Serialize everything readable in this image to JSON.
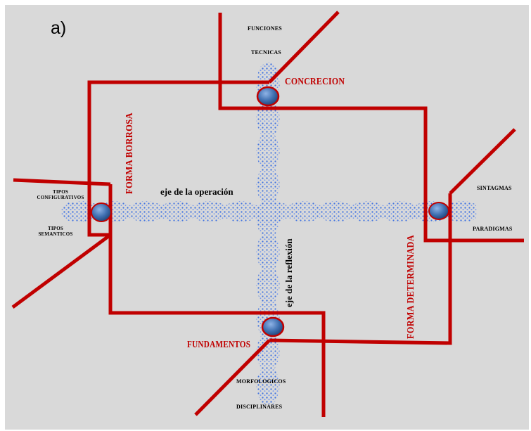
{
  "panel_label": "a)",
  "nodes": {
    "top": "CONCRECION",
    "bottom": "FUNDAMENTOS"
  },
  "top_terms": [
    "FUNCIONES",
    "TECNICAS"
  ],
  "bottom_terms": [
    "MORFOLOGICOS",
    "DISCIPLINARES"
  ],
  "left_terms": [
    "TIPOS CONFIGURATIVOS",
    "TIPOS SEMANTICOS"
  ],
  "right_terms": [
    "SINTAGMAS",
    "PARADIGMAS"
  ],
  "axes": {
    "horizontal": "eje de la operación",
    "vertical": "eje de la reflexión"
  },
  "forms": {
    "left": "FORMA BORROSA",
    "right": "FORMA DETERMINADA"
  },
  "colors": {
    "background": "#d9d9d9",
    "lines": "#c00000",
    "braid": "#3b6fe0",
    "node": "#3f6fb0"
  }
}
